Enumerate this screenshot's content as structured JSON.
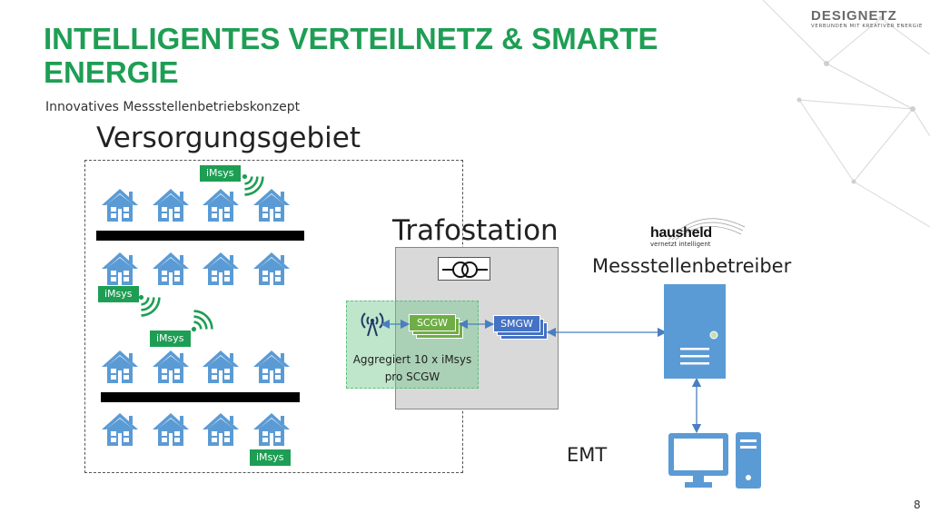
{
  "header": {
    "title": "INTELLIGENTES VERTEILNETZ & SMARTE ENERGIE",
    "subtitle": "Innovatives Messstellenbetriebskonzept"
  },
  "logo": {
    "brand": "DESIGNETZ",
    "tagline": "VERBUNDEN MIT KREATIVER ENERGIE"
  },
  "supply_area": {
    "label": "Versorgungsgebiet",
    "imsys_label": "iMsys"
  },
  "transformer": {
    "label": "Trafostation",
    "scgw_label": "SCGW",
    "smgw_label": "SMGW",
    "aggregation_line1": "Aggregiert 10 x iMsys",
    "aggregation_line2": "pro SCGW"
  },
  "operator": {
    "logo_word": "hausheld",
    "logo_tagline": "vernetzt intelligent",
    "label": "Messstellenbetreiber"
  },
  "emt": {
    "label": "EMT"
  },
  "footer": {
    "page_number": "8"
  },
  "colors": {
    "title_green": "#1e9e54",
    "house_blue": "#5b9bd5",
    "scgw_green": "#70ad47",
    "smgw_blue": "#4472c4",
    "device_blue": "#5b9bd5"
  },
  "icons": [
    "house-icon",
    "wifi-signal-icon",
    "antenna-icon",
    "transformer-icon",
    "server-icon",
    "desktop-computer-icon"
  ]
}
